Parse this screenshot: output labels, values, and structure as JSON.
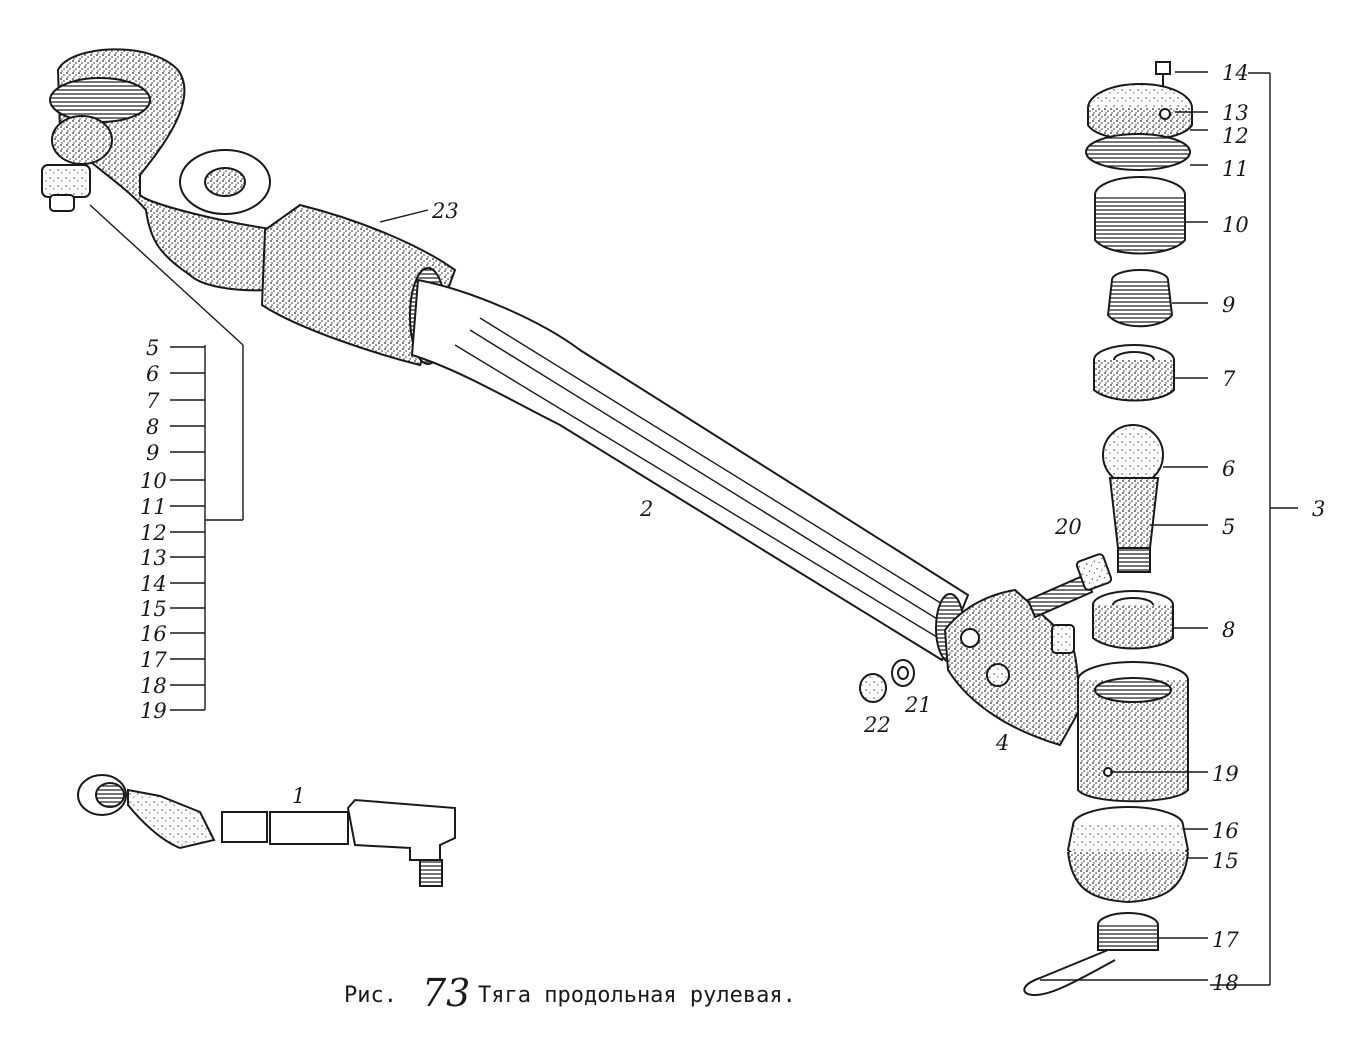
{
  "caption": {
    "prefix": "Рис.",
    "number": "73",
    "title": "Тяга продольная рулевая."
  },
  "callouts_right": [
    "14",
    "13",
    "12",
    "11",
    "10",
    "9",
    "7",
    "6",
    "5",
    "8",
    "19",
    "16",
    "15",
    "17",
    "18"
  ],
  "callout_group_right": "3",
  "callouts_left_list": [
    "5",
    "6",
    "7",
    "8",
    "9",
    "10",
    "11",
    "12",
    "13",
    "14",
    "15",
    "16",
    "17",
    "18",
    "19"
  ],
  "callouts_misc": {
    "rod": "2",
    "sleeve": "23",
    "bolt": "20",
    "washer": "21",
    "nut": "22",
    "clamp": "4",
    "assembly": "1"
  },
  "colors": {
    "ink": "#1a1a1a",
    "paper": "#ffffff",
    "stipple": "#3a3a3a"
  }
}
